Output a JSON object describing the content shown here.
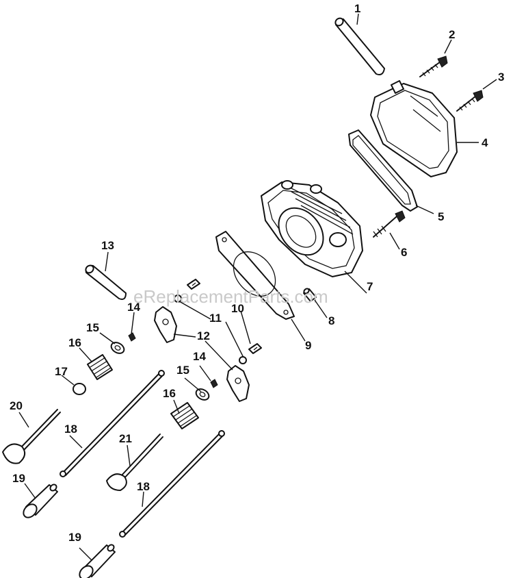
{
  "watermark": "eReplacementParts.com",
  "callouts": [
    "1",
    "2",
    "3",
    "4",
    "5",
    "6",
    "7",
    "8",
    "9",
    "10",
    "11",
    "12",
    "13",
    "14",
    "14",
    "15",
    "15",
    "16",
    "16",
    "17",
    "18",
    "18",
    "19",
    "19",
    "20",
    "21"
  ]
}
